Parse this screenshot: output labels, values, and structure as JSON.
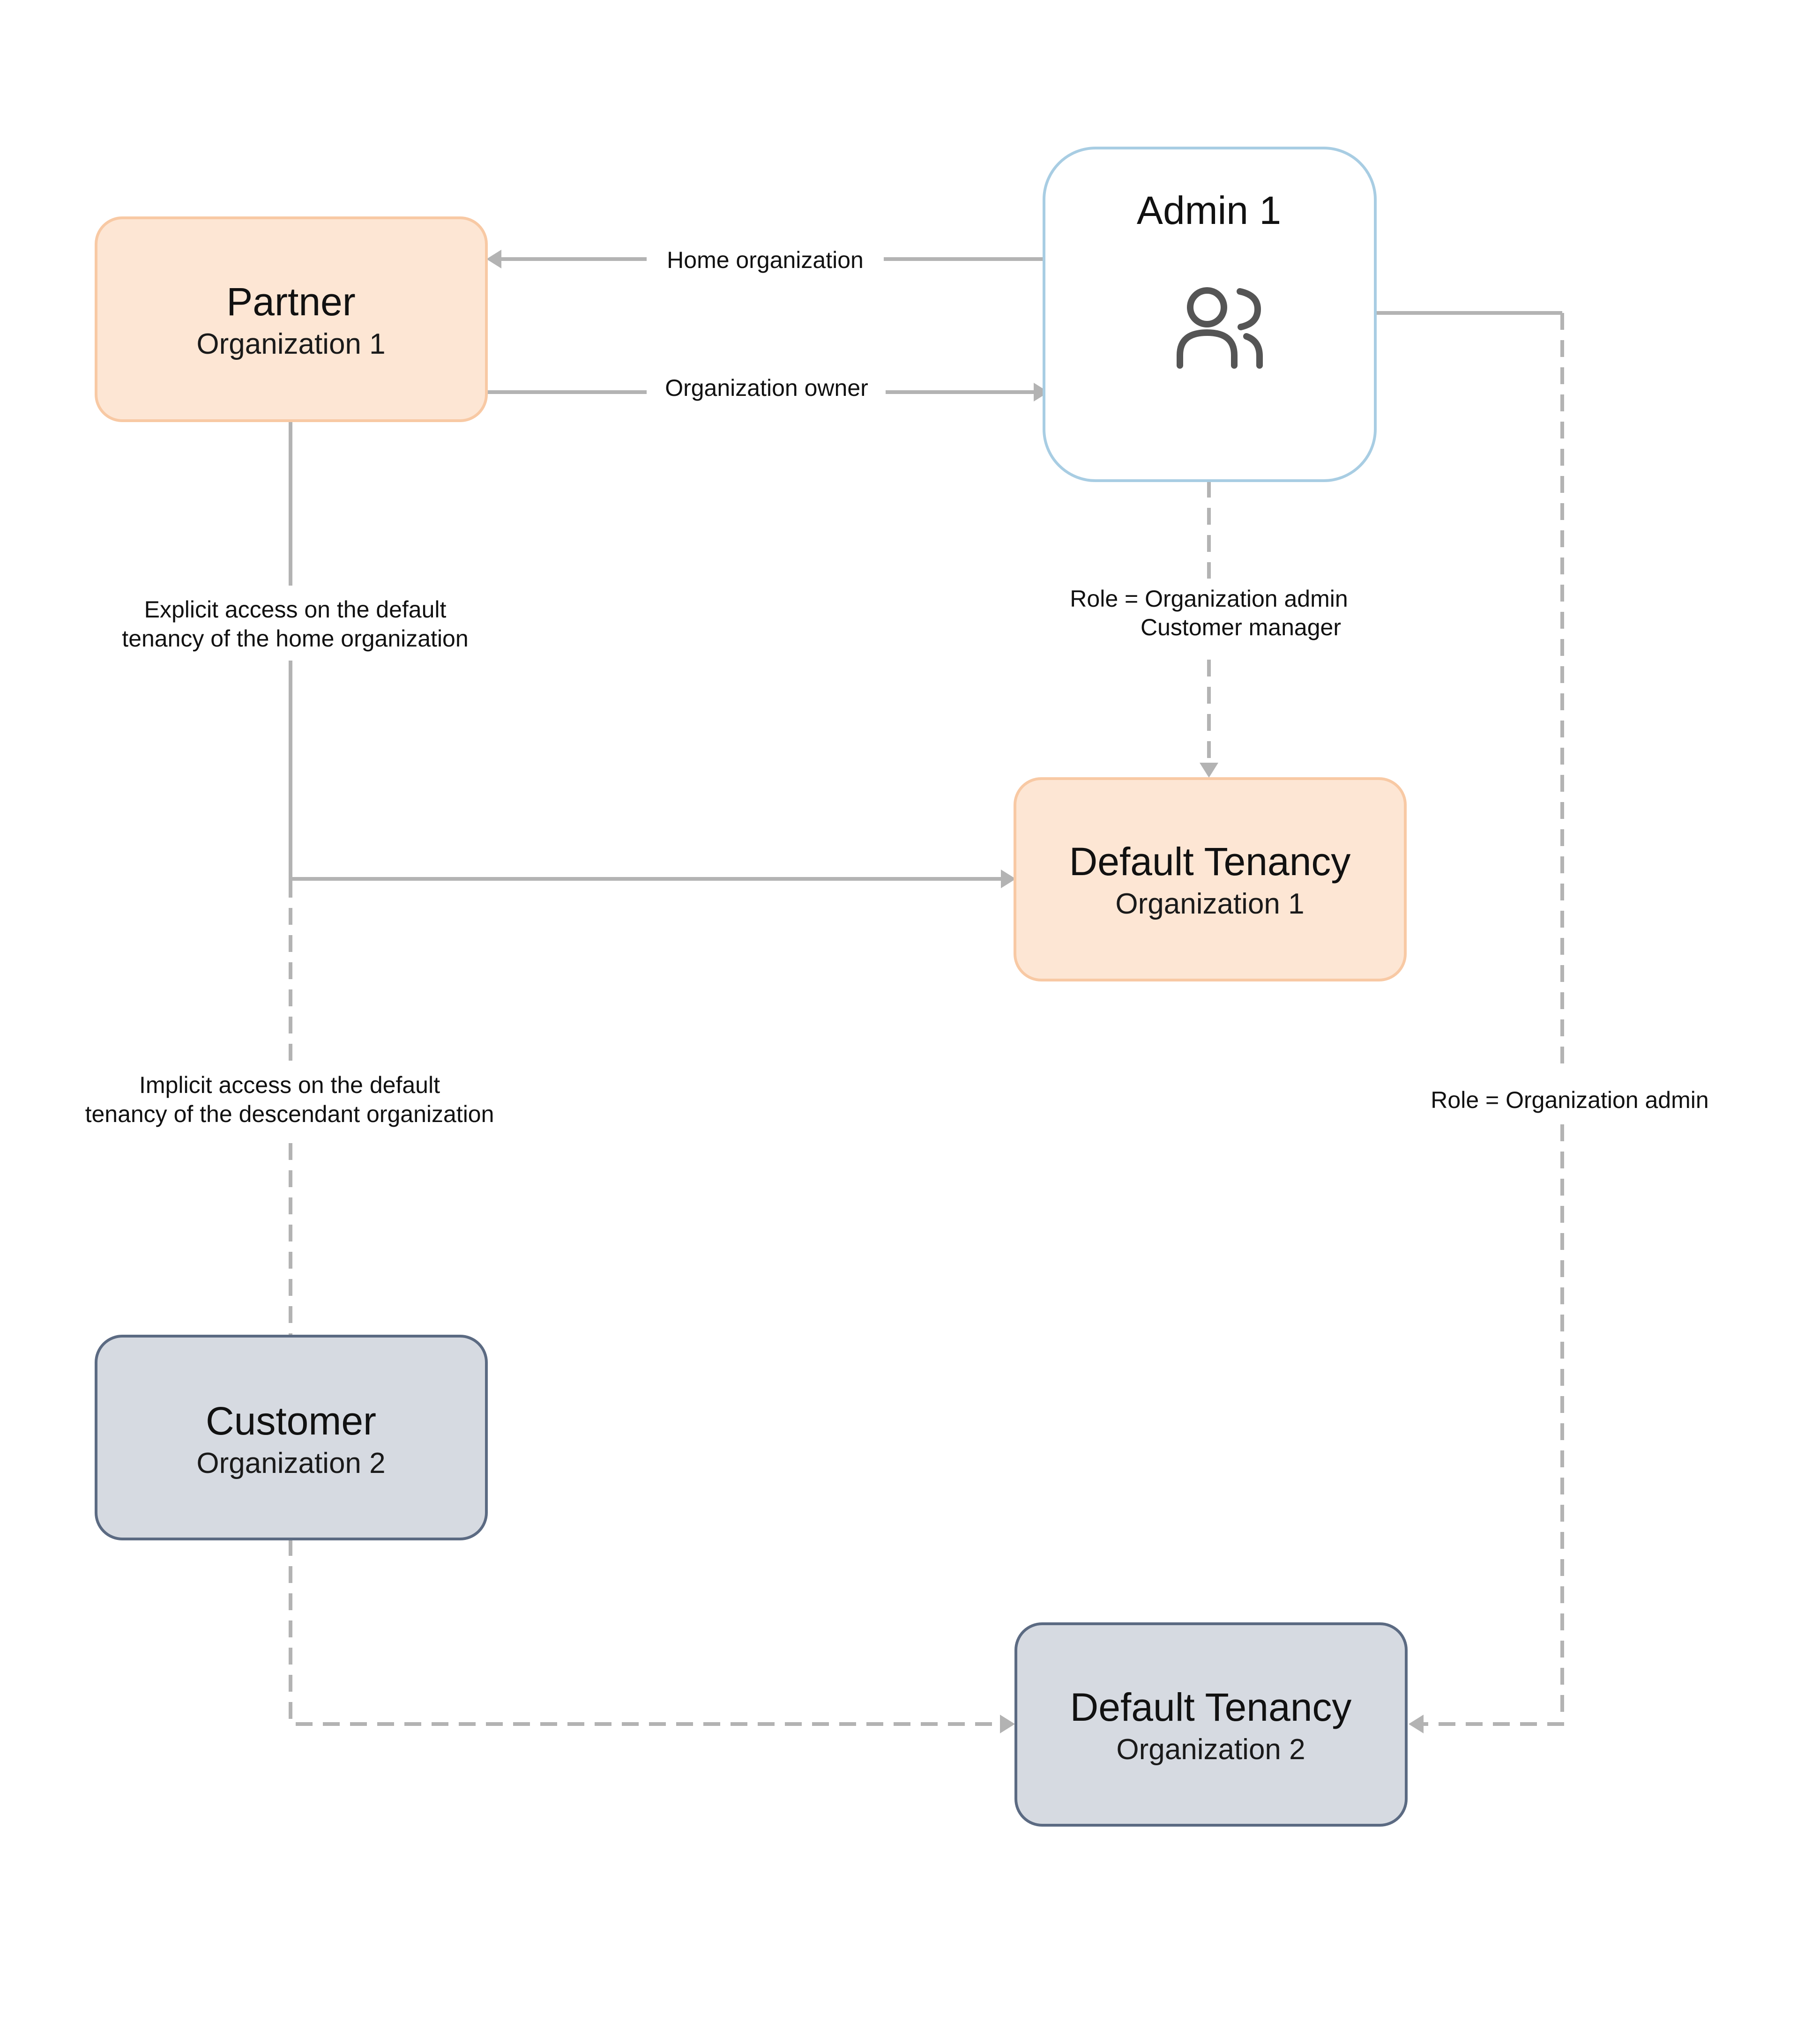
{
  "nodes": {
    "partner": {
      "title": "Partner",
      "subtitle": "Organization 1"
    },
    "admin": {
      "title": "Admin 1",
      "icon": "users-icon"
    },
    "tenancy1": {
      "title": "Default Tenancy",
      "subtitle": "Organization 1"
    },
    "customer": {
      "title": "Customer",
      "subtitle": "Organization 2"
    },
    "tenancy2": {
      "title": "Default Tenancy",
      "subtitle": "Organization 2"
    }
  },
  "edges": {
    "home_org": {
      "label": "Home organization"
    },
    "org_owner": {
      "label": "Organization owner"
    },
    "role_admin_customer": {
      "line1": "Role = Organization admin",
      "line2": "Customer manager"
    },
    "explicit": {
      "line1": "Explicit access on the default",
      "line2": "tenancy of the home organization"
    },
    "implicit": {
      "line1": "Implicit  access on the default",
      "line2": "tenancy of the descendant organization"
    },
    "role_admin": {
      "label": "Role = Organization admin"
    }
  },
  "colors": {
    "org1_fill": "#fde6d4",
    "org1_stroke": "#f8c9a4",
    "org2_fill": "#d6dae1",
    "org2_stroke": "#5b6a82",
    "admin_stroke": "#a8cde3",
    "connector": "#b3b3b3",
    "icon": "#555555"
  }
}
